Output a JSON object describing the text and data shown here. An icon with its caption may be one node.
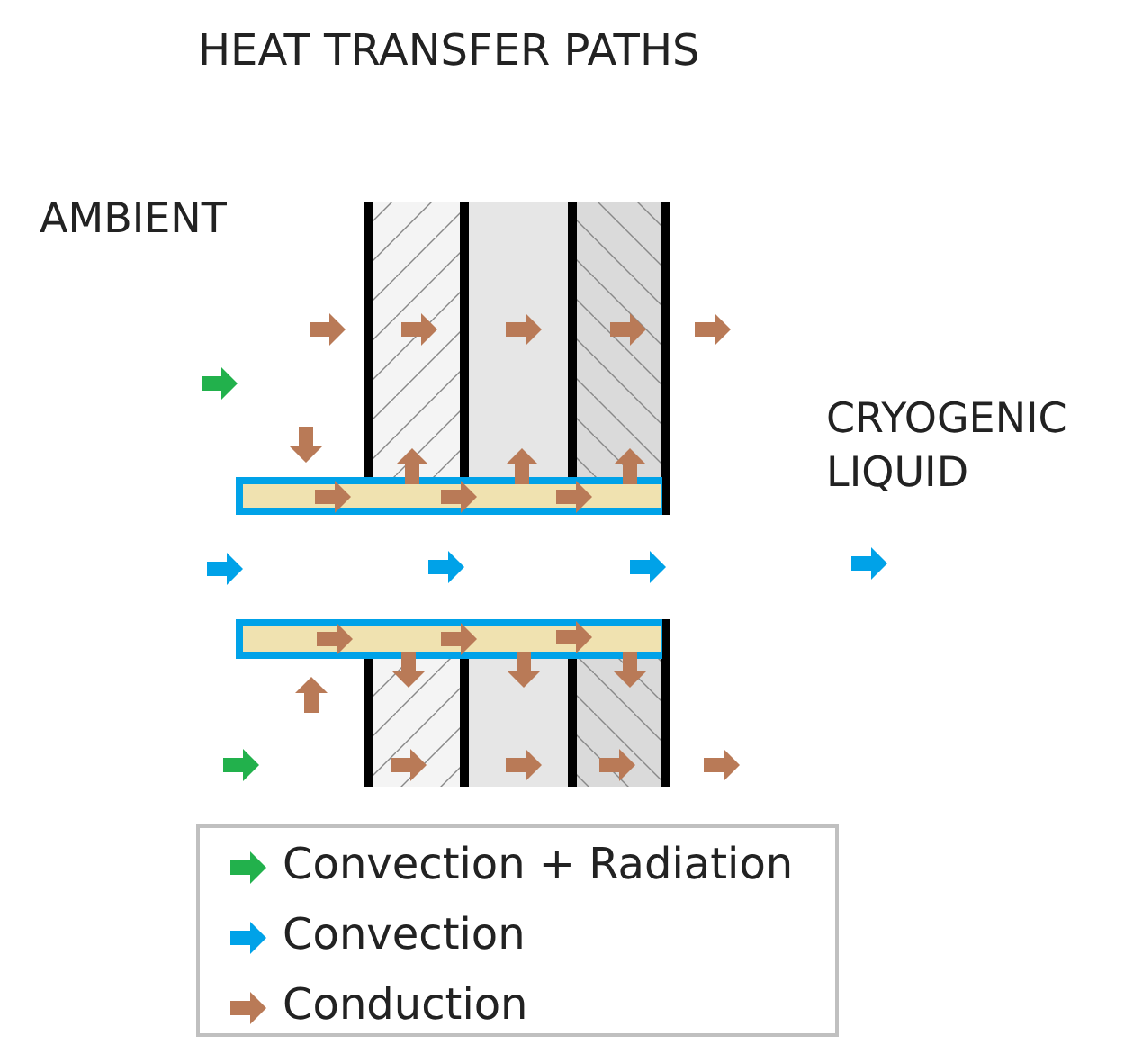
{
  "diagram": {
    "title": "HEAT TRANSFER PATHS",
    "labels": [
      "AMBIENT",
      "CRYOGENIC LIQUID"
    ],
    "legend": [
      {
        "text": "Convection + Radiation",
        "color": "#22b14c"
      },
      {
        "text": "Convection",
        "color": "#00a2e8"
      },
      {
        "text": "Conduction",
        "color": "#b97a57"
      }
    ]
  }
}
